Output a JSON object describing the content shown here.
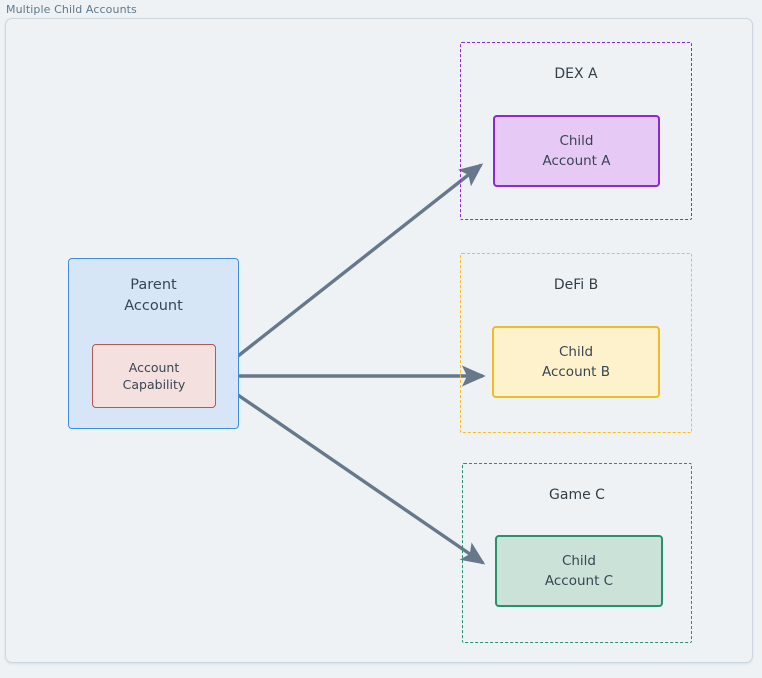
{
  "diagram": {
    "title": "Multiple Child Accounts",
    "background_color": "#eef2f5",
    "frame_border_color": "#ccd6de",
    "edge_color": "#66788a"
  },
  "parent": {
    "label_line1": "Parent",
    "label_line2": "Account",
    "fill_color": "#d6e6f7",
    "border_color": "#3f8fe0"
  },
  "capability": {
    "label_line1": "Account",
    "label_line2": "Capability",
    "fill_color": "#f5e0e0",
    "border_color": "#b35757"
  },
  "clusters": [
    {
      "id": "dex-a",
      "label": "DEX A",
      "border_color": "#8d28d8",
      "child": {
        "label_line1": "Child",
        "label_line2": "Account A",
        "fill_color": "#e6c9f5",
        "border_color": "#8d28d8"
      }
    },
    {
      "id": "defi-b",
      "label": "DeFi B",
      "border_color": "#fac015",
      "child": {
        "label_line1": "Child",
        "label_line2": "Account B",
        "fill_color": "#fdf2cc",
        "border_color": "#f0bb25"
      }
    },
    {
      "id": "game-c",
      "label": "Game C",
      "border_color": "#27916b",
      "child": {
        "label_line1": "Child",
        "label_line2": "Account C",
        "fill_color": "#cbe2d8",
        "border_color": "#27916b"
      }
    }
  ],
  "edges": [
    {
      "from": "account-capability",
      "to": "child-account-a",
      "style": "solid-arrow"
    },
    {
      "from": "account-capability",
      "to": "child-account-b",
      "style": "solid-arrow"
    },
    {
      "from": "account-capability",
      "to": "child-account-c",
      "style": "solid-arrow"
    }
  ]
}
